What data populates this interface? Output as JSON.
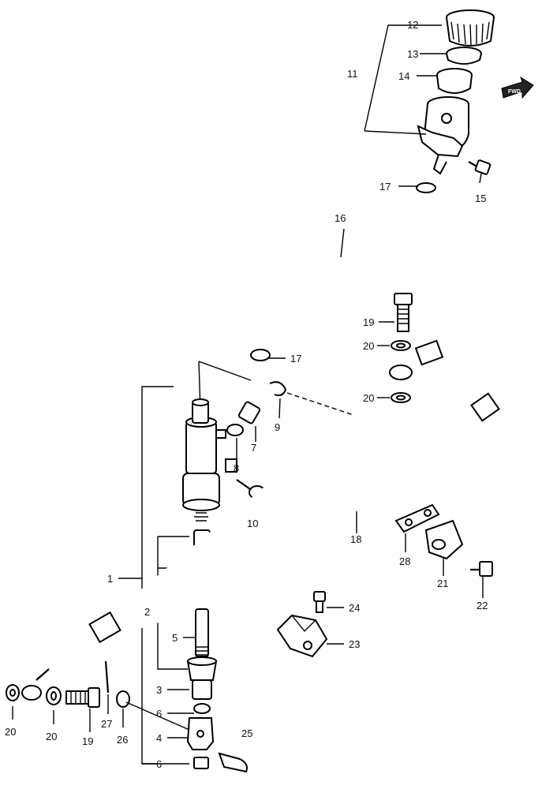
{
  "fwd_label": "FWD",
  "callouts": [
    {
      "id": "c1",
      "text": "1"
    },
    {
      "id": "c2",
      "text": "2"
    },
    {
      "id": "c3",
      "text": "3"
    },
    {
      "id": "c4",
      "text": "4"
    },
    {
      "id": "c5",
      "text": "5"
    },
    {
      "id": "c6a",
      "text": "6"
    },
    {
      "id": "c6b",
      "text": "6"
    },
    {
      "id": "c7",
      "text": "7"
    },
    {
      "id": "c8",
      "text": "8"
    },
    {
      "id": "c9",
      "text": "9"
    },
    {
      "id": "c10",
      "text": "10"
    },
    {
      "id": "c11",
      "text": "11"
    },
    {
      "id": "c12",
      "text": "12"
    },
    {
      "id": "c13",
      "text": "13"
    },
    {
      "id": "c14",
      "text": "14"
    },
    {
      "id": "c15",
      "text": "15"
    },
    {
      "id": "c16",
      "text": "16"
    },
    {
      "id": "c17a",
      "text": "17"
    },
    {
      "id": "c17b",
      "text": "17"
    },
    {
      "id": "c18",
      "text": "18"
    },
    {
      "id": "c19a",
      "text": "19"
    },
    {
      "id": "c19b",
      "text": "19"
    },
    {
      "id": "c20a",
      "text": "20"
    },
    {
      "id": "c20b",
      "text": "20"
    },
    {
      "id": "c20c",
      "text": "20"
    },
    {
      "id": "c20d",
      "text": "20"
    },
    {
      "id": "c21",
      "text": "21"
    },
    {
      "id": "c22",
      "text": "22"
    },
    {
      "id": "c23",
      "text": "23"
    },
    {
      "id": "c24",
      "text": "24"
    },
    {
      "id": "c25",
      "text": "25"
    },
    {
      "id": "c26",
      "text": "26"
    },
    {
      "id": "c27",
      "text": "27"
    },
    {
      "id": "c28",
      "text": "28"
    }
  ]
}
